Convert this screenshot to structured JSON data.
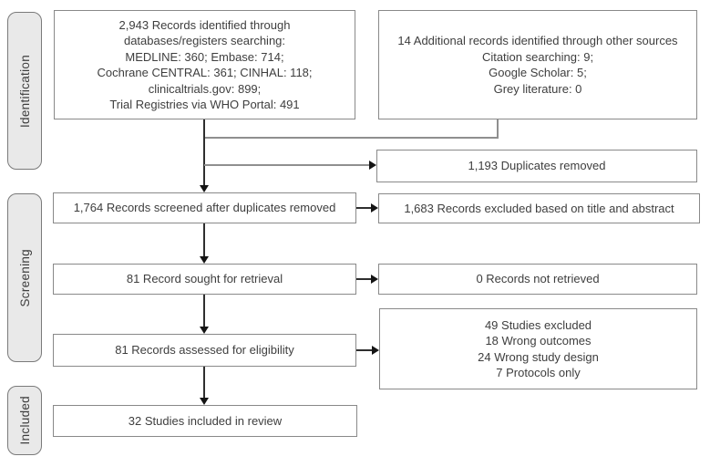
{
  "stages": [
    {
      "label": "Identification"
    },
    {
      "label": "Screening"
    },
    {
      "label": "Included"
    }
  ],
  "boxes": {
    "identified_db": {
      "lines": [
        "2,943 Records identified through",
        "databases/registers searching:",
        "MEDLINE: 360; Embase: 714;",
        "Cochrane CENTRAL: 361; CINHAL: 118;",
        "clinicaltrials.gov: 899;",
        "Trial Registries via WHO Portal: 491"
      ]
    },
    "identified_other": {
      "lines": [
        "14 Additional records identified through other sources",
        "Citation searching: 9;",
        "Google Scholar: 5;",
        "Grey literature: 0"
      ]
    },
    "duplicates_removed": {
      "text": "1,193 Duplicates removed"
    },
    "screened": {
      "text": "1,764 Records screened after duplicates removed"
    },
    "excluded_title_abstract": {
      "text": "1,683 Records excluded based on title and abstract"
    },
    "sought": {
      "text": "81 Record sought for retrieval"
    },
    "not_retrieved": {
      "text": "0 Records not retrieved"
    },
    "assessed": {
      "text": "81 Records assessed for eligibility"
    },
    "excluded_reasons": {
      "lines": [
        "49 Studies excluded",
        "18 Wrong outcomes",
        "24 Wrong study design",
        "7 Protocols only"
      ]
    },
    "included_review": {
      "text": "32 Studies included in review"
    }
  },
  "colors": {
    "box_border": "#898989",
    "stage_fill": "#e9e9e9",
    "stage_border": "#7a7a7a",
    "text": "#3e3e3e",
    "connector_gray": "#8f8f8f",
    "arrow_black": "#141414",
    "background": "#ffffff"
  }
}
